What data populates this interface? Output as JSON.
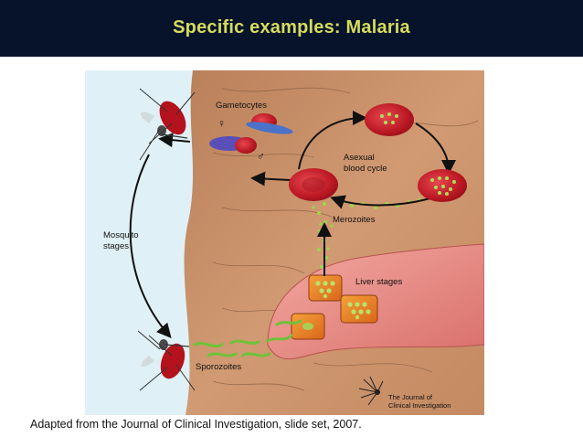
{
  "slide": {
    "title": "Specific examples: Malaria",
    "caption": "Adapted from the Journal of Clinical Investigation, slide set, 2007."
  },
  "diagram": {
    "labels": {
      "gametocytes": "Gametocytes",
      "female_symbol": "♀",
      "male_symbol": "♂",
      "asexual_line1": "Asexual",
      "asexual_line2": "blood cycle",
      "merozoites": "Merozoites",
      "liver_stages": "Liver stages",
      "mosquito_line1": "Mosquito",
      "mosquito_line2": "stages",
      "sporozoites": "Sporozoites",
      "journal_line1": "The Journal of",
      "journal_line2": "Clinical Investigation"
    }
  },
  "colors": {
    "title_bar": "#06132b",
    "title_text": "#d7dc5a",
    "skin": "#c98f66",
    "rbc": "#c81f2a",
    "parasite": "#8fd14a",
    "liver": "#e98a86"
  }
}
